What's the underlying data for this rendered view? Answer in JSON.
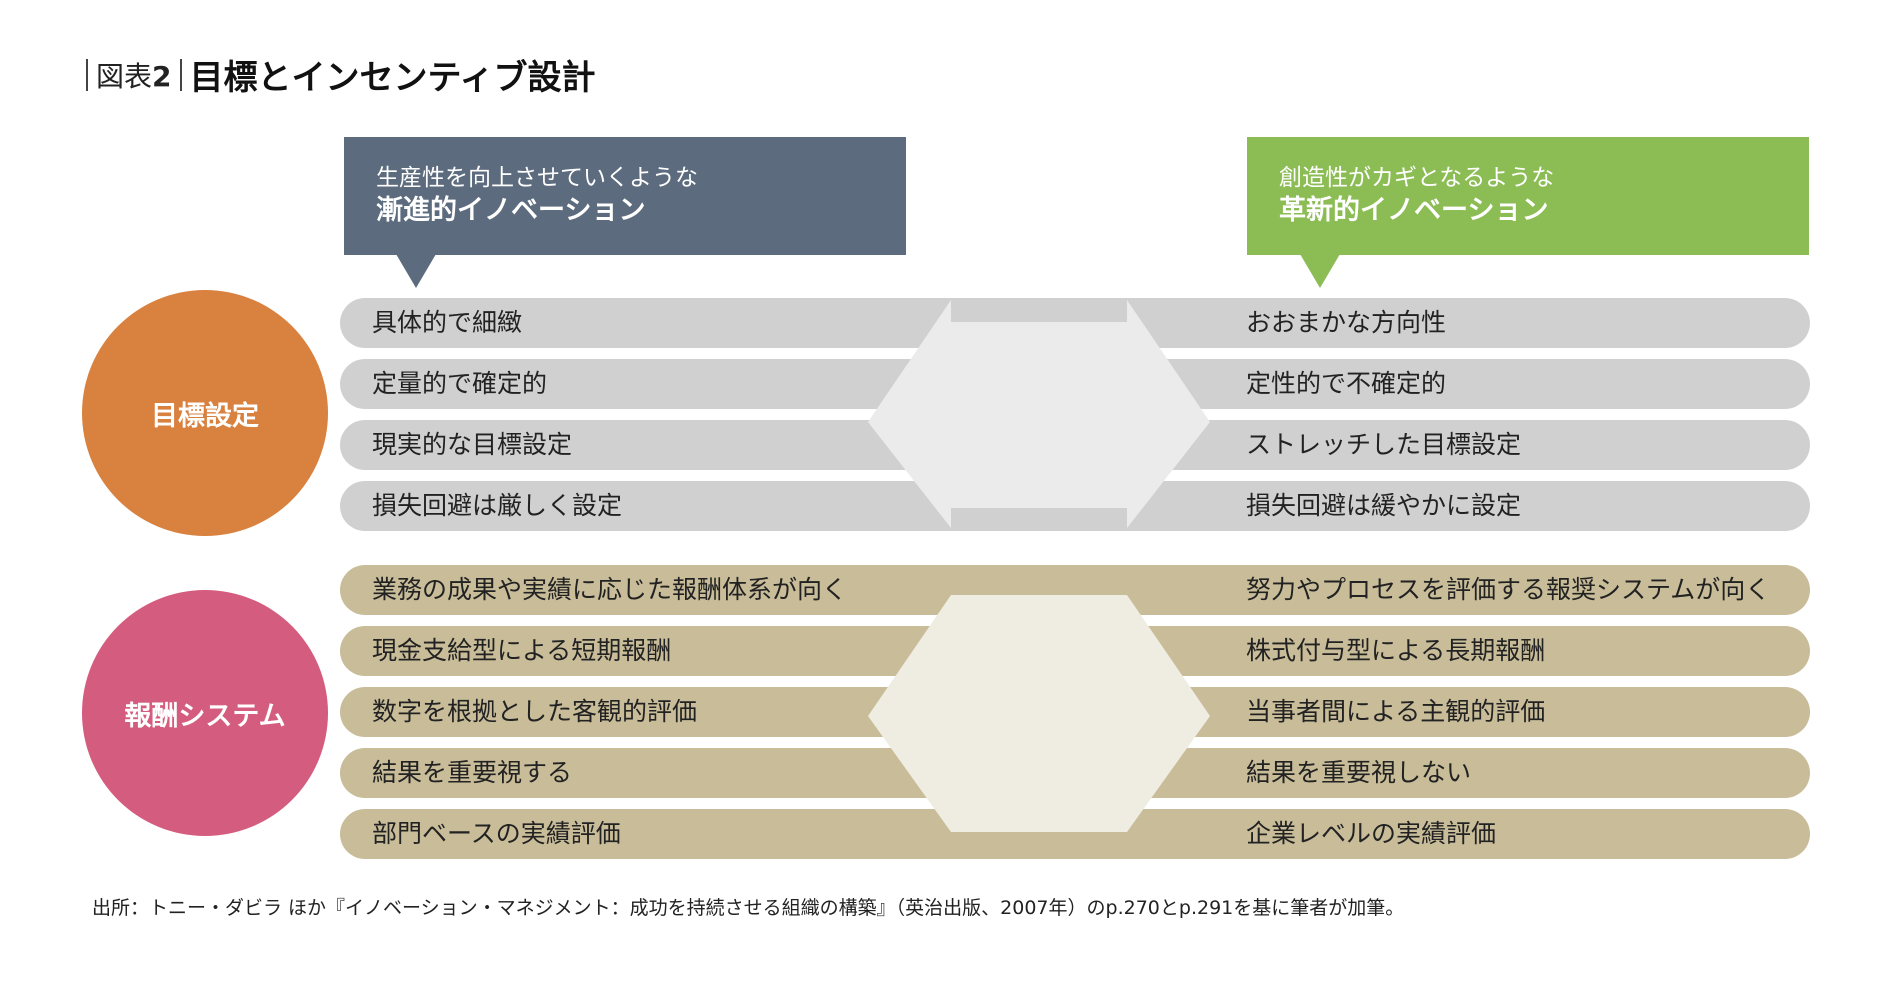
{
  "title": {
    "prefix": "図表",
    "number": "2",
    "main": "目標とインセンティブ設計"
  },
  "columns": {
    "left": {
      "line1": "生産性を向上させていくような",
      "line2": "漸進的イノベーション"
    },
    "right": {
      "line1": "創造性がカギとなるような",
      "line2": "革新的イノベーション"
    }
  },
  "categories": {
    "goal": "目標設定",
    "reward": "報酬システム"
  },
  "goal_rows": [
    {
      "left": "具体的で細緻",
      "right": "おおまかな方向性"
    },
    {
      "left": "定量的で確定的",
      "right": "定性的で不確定的"
    },
    {
      "left": "現実的な目標設定",
      "right": "ストレッチした目標設定"
    },
    {
      "left": "損失回避は厳しく設定",
      "right": "損失回避は緩やかに設定"
    }
  ],
  "reward_rows": [
    {
      "left": "業務の成果や実績に応じた報酬体系が向く",
      "right": "努力やプロセスを評価する報奨システムが向く"
    },
    {
      "left": "現金支給型による短期報酬",
      "right": "株式付与型による長期報酬"
    },
    {
      "left": "数字を根拠とした客観的評価",
      "right": "当事者間による主観的評価"
    },
    {
      "left": "結果を重要視する",
      "right": "結果を重要視しない"
    },
    {
      "left": "部門ベースの実績評価",
      "right": "企業レベルの実績評価"
    }
  ],
  "source": "出所：トニー・ダビラ ほか『イノベーション・マネジメント：成功を持続させる組織の構築』（英治出版、2007年）のp.270とp.291を基に筆者が加筆。",
  "colors": {
    "left_header": "#5c6b7d",
    "right_header": "#8cbd55",
    "goal_circle": "#d9813f",
    "reward_circle": "#d45c7e",
    "goal_row": "#d0d0d0",
    "reward_row": "#c8bc99"
  }
}
